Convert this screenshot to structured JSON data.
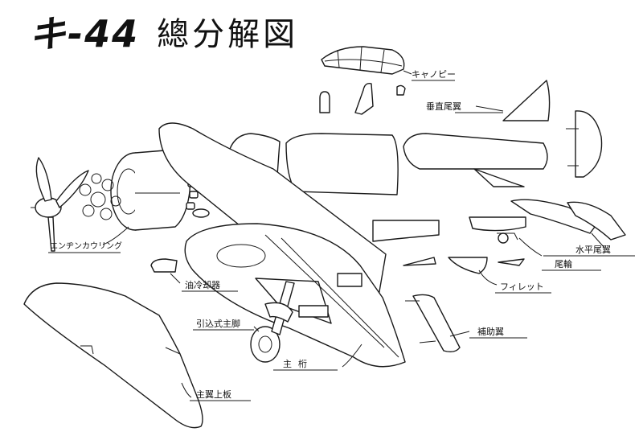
{
  "title": {
    "designation": "キ-44",
    "text": "總分解図"
  },
  "labels": {
    "canopy": "キャノピー",
    "vertical_tail": "垂直尾翼",
    "engine_cowling": "エンヂンカウリング",
    "oil_cooler": "油冷却器",
    "horizontal_tail": "水平尾翼",
    "tail_wheel": "尾輪",
    "fillet": "フィレット",
    "retractable_main_gear": "引込式主脚",
    "aileron": "補助翼",
    "main_spar": "主桁",
    "upper_wing_panel": "主翼上板"
  },
  "colors": {
    "ink": "#1a1a1a",
    "paper": "#ffffff"
  }
}
